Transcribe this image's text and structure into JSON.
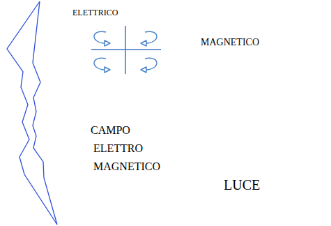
{
  "diagram": {
    "labels": [
      "ELETTRICO",
      "MAGNETICO",
      "CAMPO",
      "ELETTRO",
      "MAGNETICO",
      "LUCE"
    ]
  }
}
